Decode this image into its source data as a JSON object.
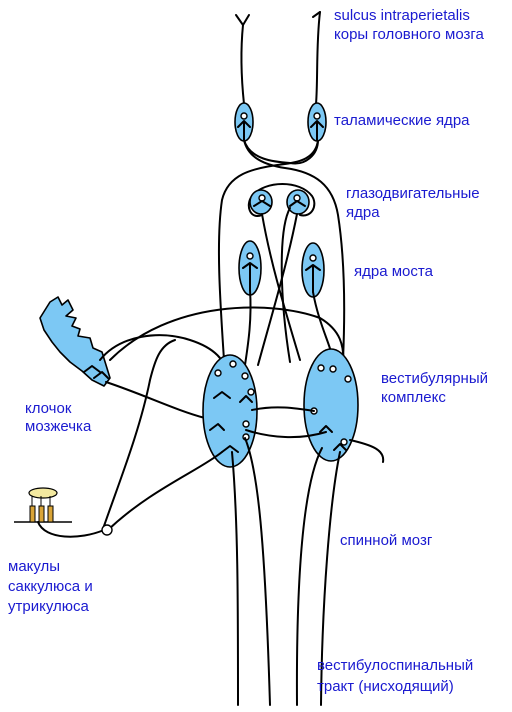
{
  "labels": {
    "cortex_line1": "sulcus intraperietalis",
    "cortex_line2": "коры головного мозга",
    "thalamic": "таламические ядра",
    "oculomotor_line1": "глазодвигательные",
    "oculomotor_line2": "ядра",
    "pons": "ядра моста",
    "vestibular_line1": "вестибулярный",
    "vestibular_line2": "комплекс",
    "flocculus_line1": "клочок",
    "flocculus_line2": "мозжечка",
    "spinal": "спинной мозг",
    "maculae_line1": "макулы",
    "maculae_line2": "саккулюса и",
    "maculae_line3": "утрикулюса",
    "tract_line1": "вестибулоспинальный",
    "tract_line2": "тракт (нисходящий)"
  },
  "colors": {
    "label_text": "#1a1ad0",
    "nucleus_fill": "#7cc8f4",
    "otolith_fill": "#f3e9a0",
    "hair_cell_fill": "#d9a437",
    "line": "#000000"
  }
}
